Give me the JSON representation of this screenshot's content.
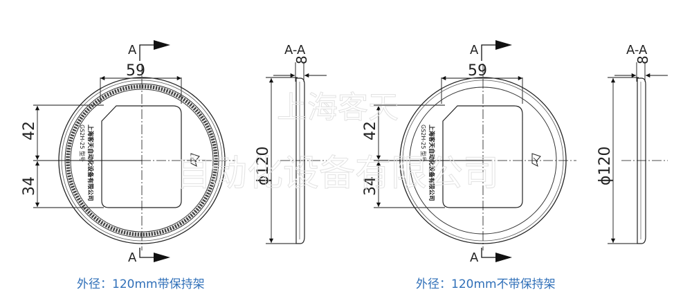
{
  "drawing": {
    "section_marker": "A",
    "section_title": "A-A",
    "dim_width": "59",
    "dim_upper": "42",
    "dim_lower": "34",
    "dim_diameter": "ϕ120",
    "dim_thickness": "8",
    "plate_text_line1": "上海客天自动化设备有限公司",
    "plate_text_line2": "GS2H-25 型号",
    "watermark_line1": "上海客天",
    "watermark_line2": "自动化设备有限公司"
  },
  "captions": {
    "left": "外径：120mm带保持架",
    "right": "外径：120mm不带保持架"
  }
}
